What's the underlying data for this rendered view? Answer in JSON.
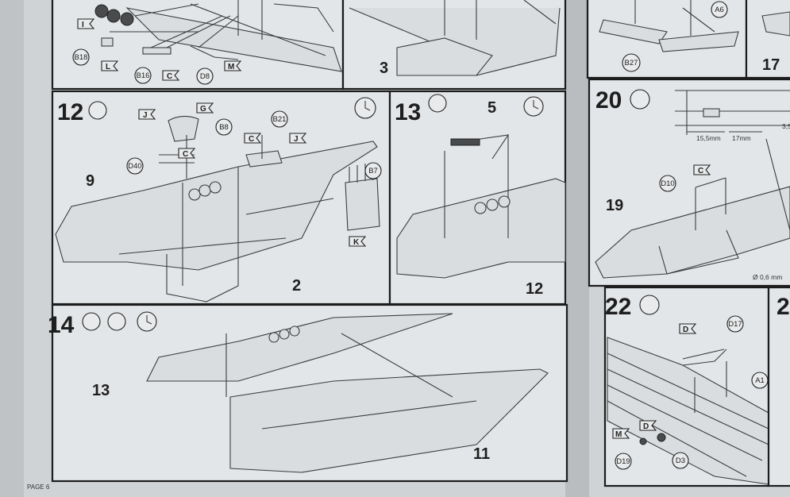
{
  "page_label": "PAGE 6",
  "steps": [
    {
      "number": "12",
      "parts": [
        "J",
        "G",
        "B8",
        "B21",
        "C",
        "J",
        "C",
        "D40",
        "B7",
        "K",
        "9",
        "2"
      ]
    },
    {
      "number": "13",
      "parts": [
        "5",
        "12"
      ]
    },
    {
      "number": "14",
      "parts": [
        "13",
        "11"
      ]
    },
    {
      "number": "20",
      "parts": [
        "D10",
        "C",
        "19"
      ],
      "dimensions": [
        "15,5mm",
        "17mm",
        "3,5",
        "Ø 0,6 mm"
      ]
    },
    {
      "number": "22",
      "parts": [
        "D",
        "D17",
        "A1",
        "M",
        "D",
        "D19",
        "D3"
      ]
    },
    {
      "number": "2"
    }
  ],
  "top_left_parts": [
    "I",
    "B18",
    "L",
    "B16",
    "C",
    "D8",
    "M"
  ],
  "top_middle_parts": [
    "3"
  ],
  "top_right_parts": [
    "B27",
    "A6",
    "17"
  ],
  "colors": {
    "paper": "#e3e6e8",
    "ink": "#1e1e1e",
    "background": "#cfd3d6"
  }
}
